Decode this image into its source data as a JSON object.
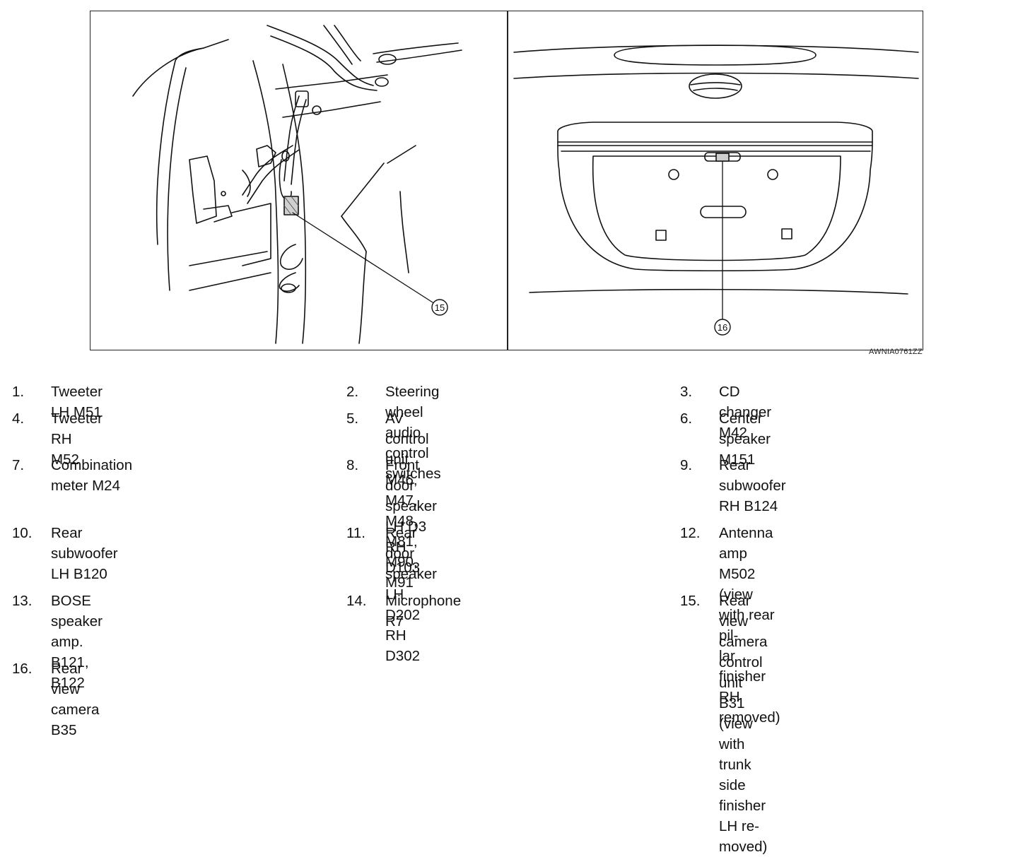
{
  "figure": {
    "code": "AWNIA0761ZZ",
    "callouts": {
      "left": "15",
      "right": "16"
    }
  },
  "legend": [
    {
      "num": "1.",
      "text": "Tweeter LH M51"
    },
    {
      "num": "2.",
      "text": "Steering wheel audio control switches"
    },
    {
      "num": "3.",
      "text": "CD changer M42"
    },
    {
      "num": "4.",
      "text": "Tweeter RH M52"
    },
    {
      "num": "5.",
      "text": "AV control unit M46, M47, M48, M81,\nM90, M91"
    },
    {
      "num": "6.",
      "text": "Center speaker M151"
    },
    {
      "num": "7.",
      "text": "Combination meter M24"
    },
    {
      "num": "8.",
      "text": "Front door speaker\nLH D3\nRH D103"
    },
    {
      "num": "9.",
      "text": "Rear subwoofer RH B124"
    },
    {
      "num": "10.",
      "text": "Rear subwoofer LH B120"
    },
    {
      "num": "11.",
      "text": "Rear door speaker\nLH D202\nRH D302"
    },
    {
      "num": "12.",
      "text": "Antenna amp M502 (view with rear pil-\nlar finisher RH removed)"
    },
    {
      "num": "13.",
      "text": "BOSE speaker amp. B121, B122"
    },
    {
      "num": "14.",
      "text": "Microphone R7"
    },
    {
      "num": "15.",
      "text": "Rear view camera control unit B31\n(view with trunk side finisher LH re-\nmoved)"
    },
    {
      "num": "16.",
      "text": "Rear view camera B35"
    }
  ]
}
